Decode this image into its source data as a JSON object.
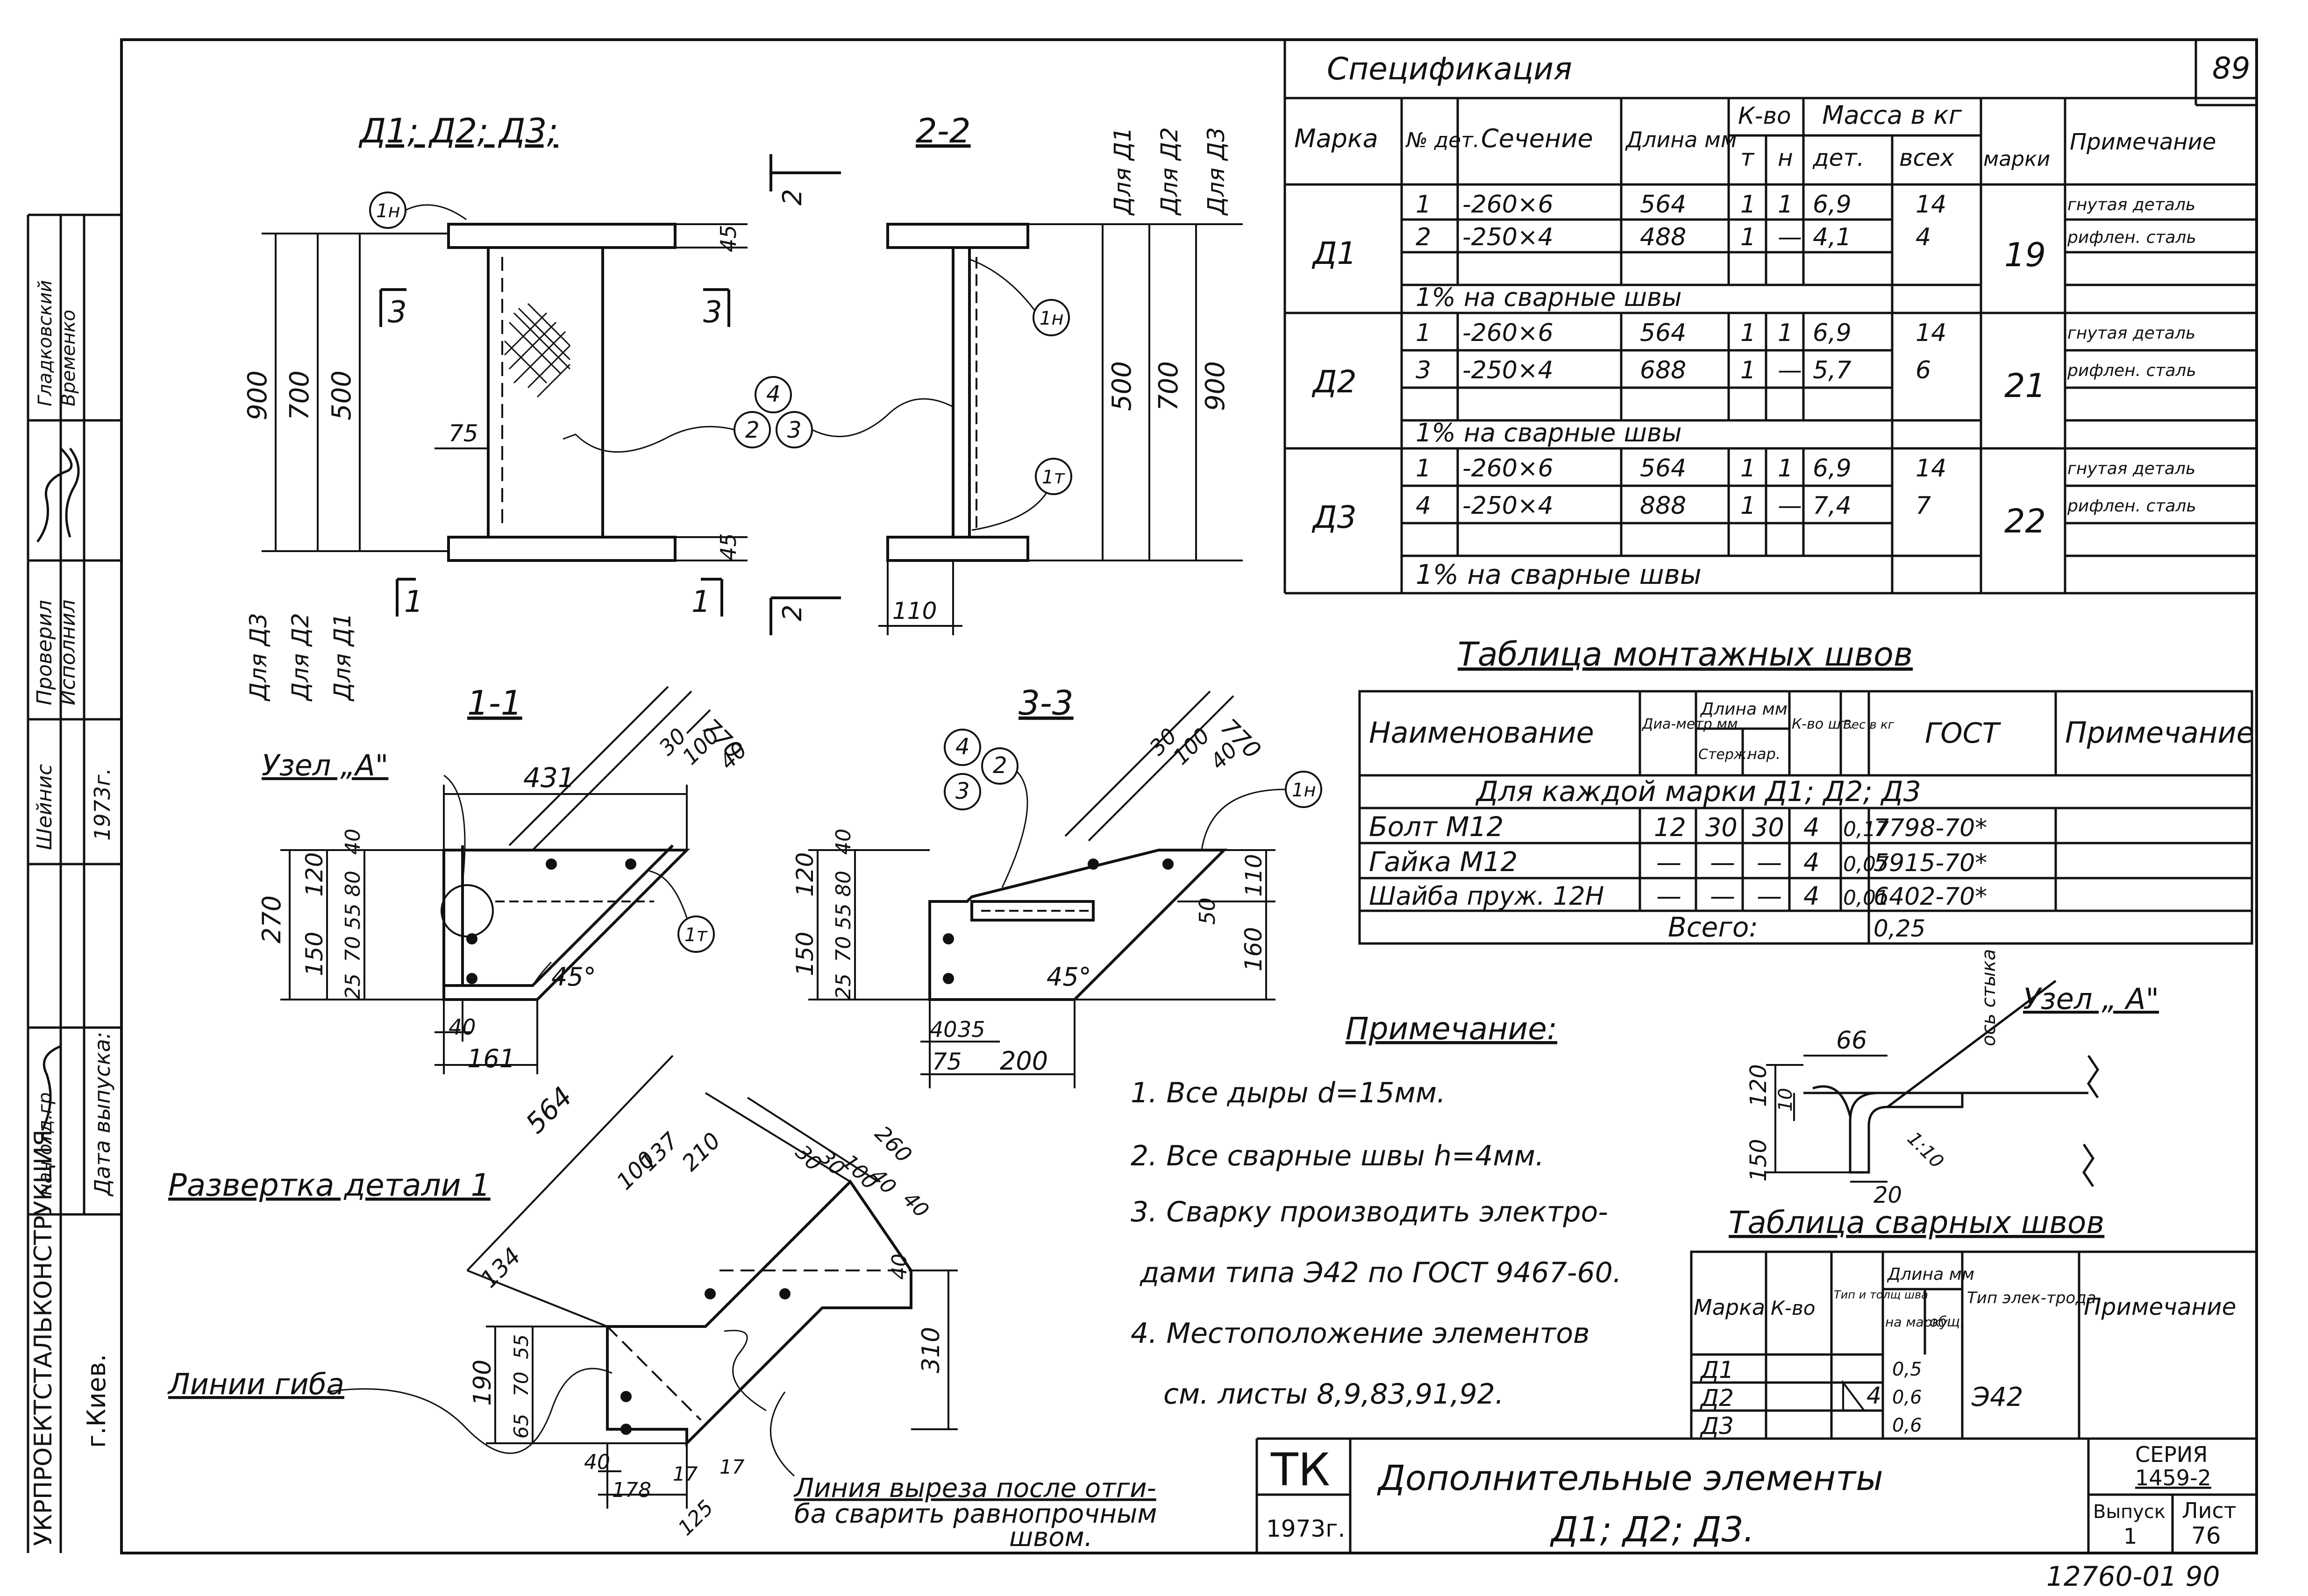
{
  "sheet": {
    "corner_number": "89",
    "bottom_number": "12760-01 90",
    "series_label": "СЕРИЯ",
    "series_value": "1459-2",
    "issue_label": "Выпуск",
    "issue_value": "1",
    "sheet_label": "Лист",
    "sheet_value": "76",
    "tk": "ТК",
    "tk_year": "1973г.",
    "title_line1": "Дополнительные элементы",
    "title_line2": "Д1; Д2; Д3."
  },
  "left_strip": {
    "org": "УКРПРОЕКТСТАЛЬКОНСТРУКЦИЯ",
    "city": "г.Киев.",
    "date_label": "Дата выпуска:",
    "year": "1973г.",
    "roles": [
      "нач.отд.гр.",
      "Проверил",
      "Исполнил"
    ],
    "names": [
      "Шейнис",
      "Гладковский",
      "Временко"
    ]
  },
  "views": {
    "main_title": "Д1; Д2; Д3;",
    "section22_title": "2-2",
    "section11_title": "1-1",
    "section33_title": "3-3",
    "node_a": "Узел „А\"",
    "node_a2": "Узел „ А\"",
    "unfold_title": "Развертка детали 1",
    "bend_lines": "Линии гиба",
    "cut_note_l1": "Линия выреза после отги-",
    "cut_note_l2": "ба сварить равнопрочным",
    "cut_note_l3": "швом.",
    "for_d1": "Для Д1",
    "for_d2": "Для Д2",
    "for_d3": "Для Д3",
    "cut_marks": [
      "2",
      "2",
      "3",
      "3",
      "1",
      "1"
    ],
    "callouts": [
      "1н",
      "4",
      "2",
      "3",
      "1т",
      "1н",
      "1т",
      "4",
      "2",
      "3",
      "1н"
    ],
    "dims_main": [
      "900",
      "700",
      "500",
      "75",
      "45",
      "45"
    ],
    "dims_22": [
      "500",
      "700",
      "900",
      "110"
    ],
    "dims_11": [
      "431",
      "770",
      "30",
      "100",
      "40",
      "270",
      "120",
      "150",
      "40",
      "80",
      "55",
      "70",
      "25",
      "40",
      "161",
      "45°"
    ],
    "dims_33": [
      "770",
      "30",
      "100",
      "40",
      "120",
      "150",
      "40",
      "80",
      "55",
      "70",
      "25",
      "110",
      "50",
      "160",
      "40",
      "35",
      "75",
      "200",
      "45°"
    ],
    "dims_unfold": [
      "564",
      "134",
      "100",
      "137",
      "210",
      "30",
      "30",
      "100",
      "40",
      "260",
      "40",
      "40",
      "190",
      "310",
      "55",
      "70",
      "65",
      "40",
      "178",
      "17",
      "17",
      "125"
    ],
    "dims_node": [
      "66",
      "120",
      "10",
      "150",
      "20",
      "1:10",
      "ось стыка"
    ]
  },
  "notes": {
    "heading": "Примечание:",
    "items": [
      "1. Все дыры d=15мм.",
      "2. Все сварные швы h=4мм.",
      "3. Сварку производить электро-",
      "дами типа Э42 по ГОСТ 9467-60.",
      "4. Местоположение элементов",
      "см. листы 8,9,83,91,92."
    ]
  },
  "spec": {
    "title": "Спецификация",
    "headers": {
      "mark": "Марка",
      "det_no": "№ дет.",
      "section": "Сечение",
      "length": "Длина мм",
      "qty": "К-во",
      "qty_t": "т",
      "qty_n": "н",
      "mass": "Масса в кг",
      "mass_det": "дет.",
      "mass_all": "всех",
      "mass_mark": "марки",
      "note": "Примечание"
    },
    "groups": [
      {
        "mark": "Д1",
        "rows": [
          {
            "det": "1",
            "section": "-260×6",
            "length": "564",
            "t": "1",
            "n": "1",
            "mdet": "6,9",
            "mall": "14",
            "note": "гнутая деталь"
          },
          {
            "det": "2",
            "section": "-250×4",
            "length": "488",
            "t": "1",
            "n": "—",
            "mdet": "4,1",
            "mall": "4",
            "note": "рифлен. сталь"
          }
        ],
        "mark_mass": "19",
        "weld": "1% на сварные швы"
      },
      {
        "mark": "Д2",
        "rows": [
          {
            "det": "1",
            "section": "-260×6",
            "length": "564",
            "t": "1",
            "n": "1",
            "mdet": "6,9",
            "mall": "14",
            "note": "гнутая деталь"
          },
          {
            "det": "3",
            "section": "-250×4",
            "length": "688",
            "t": "1",
            "n": "—",
            "mdet": "5,7",
            "mall": "6",
            "note": "рифлен. сталь"
          }
        ],
        "mark_mass": "21",
        "weld": "1% на сварные швы"
      },
      {
        "mark": "Д3",
        "rows": [
          {
            "det": "1",
            "section": "-260×6",
            "length": "564",
            "t": "1",
            "n": "1",
            "mdet": "6,9",
            "mall": "14",
            "note": "гнутая деталь"
          },
          {
            "det": "4",
            "section": "-250×4",
            "length": "888",
            "t": "1",
            "n": "—",
            "mdet": "7,4",
            "mall": "7",
            "note": "рифлен. сталь"
          }
        ],
        "mark_mass": "22",
        "weld": "1% на сварные швы"
      }
    ]
  },
  "mount": {
    "title": "Таблица монтажных швов",
    "headers": {
      "name": "Наименование",
      "diam": "Диа-метр мм",
      "len": "Длина мм",
      "len_rod": "Стерж.",
      "len_thr": "нар.",
      "qty": "К-во шт.",
      "weight": "Вес в кг",
      "gost": "ГОСТ",
      "note": "Примечание"
    },
    "span": "Для каждой марки Д1; Д2; Д3",
    "rows": [
      {
        "name": "Болт М12",
        "diam": "12",
        "rod": "30",
        "thr": "30",
        "qty": "4",
        "weight": "0,17",
        "gost": "7798-70*"
      },
      {
        "name": "Гайка М12",
        "diam": "—",
        "rod": "—",
        "thr": "—",
        "qty": "4",
        "weight": "0,07",
        "gost": "5915-70*"
      },
      {
        "name": "Шайба пруж. 12Н",
        "diam": "—",
        "rod": "—",
        "thr": "—",
        "qty": "4",
        "weight": "0,01",
        "gost": "6402-70*"
      }
    ],
    "total_label": "Всего:",
    "total_value": "0,25"
  },
  "welds": {
    "title": "Таблица сварных швов",
    "headers": {
      "mark": "Марка",
      "qty": "К-во",
      "type": "Тип и толщ шва",
      "len": "Длина мм",
      "len_mark": "на марку",
      "len_total": "общ.",
      "electrode": "Тип элек-трода",
      "note": "Примечание"
    },
    "rows": [
      {
        "mark": "Д1",
        "len": "0,5"
      },
      {
        "mark": "Д2",
        "len": "0,6"
      },
      {
        "mark": "Д3",
        "len": "0,6"
      }
    ],
    "type_value": "4",
    "electrode": "Э42"
  }
}
